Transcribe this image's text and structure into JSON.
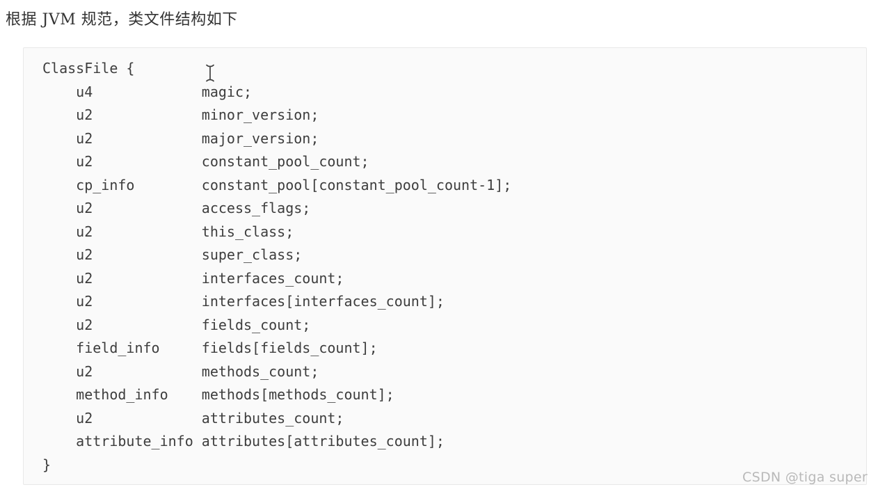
{
  "header": {
    "title": "根据 JVM 规范，类文件结构如下"
  },
  "code_block": {
    "lines": [
      "ClassFile {",
      "    u4             magic;",
      "    u2             minor_version;",
      "    u2             major_version;",
      "    u2             constant_pool_count;",
      "    cp_info        constant_pool[constant_pool_count-1];",
      "    u2             access_flags;",
      "    u2             this_class;",
      "    u2             super_class;",
      "    u2             interfaces_count;",
      "    u2             interfaces[interfaces_count];",
      "    u2             fields_count;",
      "    field_info     fields[fields_count];",
      "    u2             methods_count;",
      "    method_info    methods[methods_count];",
      "    u2             attributes_count;",
      "    attribute_info attributes[attributes_count];",
      "}"
    ]
  },
  "cursor": {
    "icon": "text-ibeam-cursor"
  },
  "watermark": {
    "text": "CSDN @tiga super"
  },
  "colors": {
    "page_background": "#ffffff",
    "code_background": "#fafafa",
    "code_border": "#e8e8e8",
    "code_text": "#3d3d3d",
    "title_text": "#333333",
    "watermark_text": "#b9b9b9"
  }
}
